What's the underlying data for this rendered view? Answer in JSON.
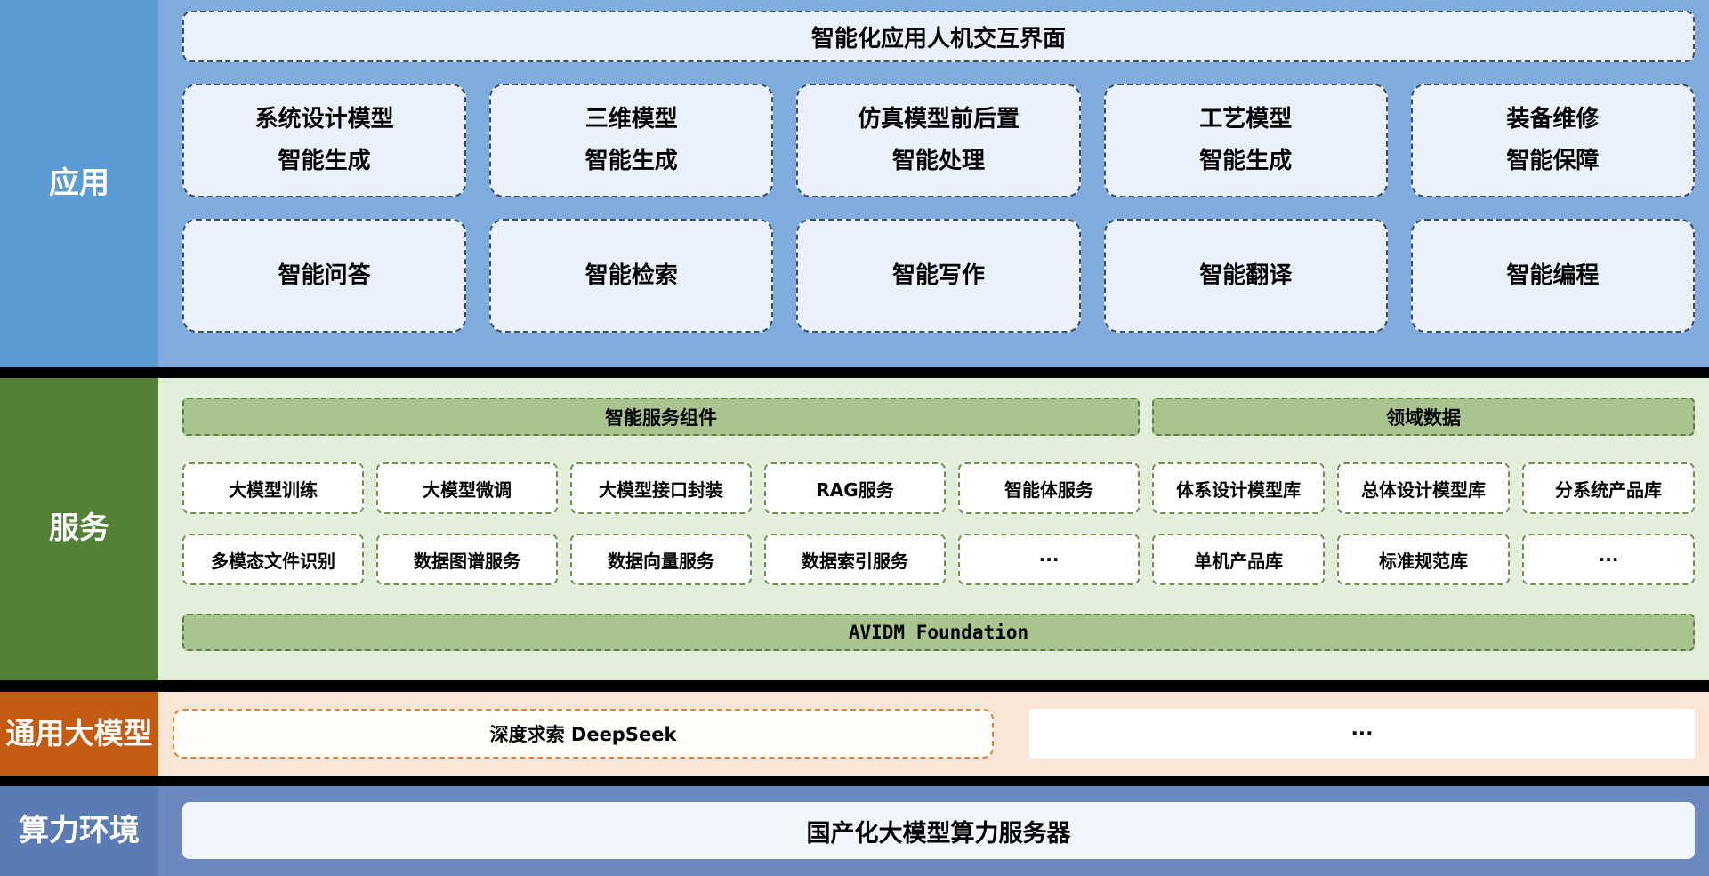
{
  "colors": {
    "gap_color": "#000000",
    "app_label": "#5B9BD5",
    "app_bg": "#7FABDD",
    "app_box_bg": "#EAF1FA",
    "app_box_border": "#35506B",
    "service_label": "#538135",
    "service_bg": "#E3EFDA",
    "service_bar_bg": "#A9C48E",
    "service_bar_border": "#5E7F3F",
    "service_box_border": "#6E9150",
    "fm_label": "#C55A11",
    "fm_bg": "#FBE5D6",
    "fm_box_border": "#ED7D31",
    "compute_label": "#5B7BB5",
    "compute_bg": "#6B89BF",
    "compute_box_bg": "#F2F6FB"
  },
  "layers": {
    "application": {
      "label": "应用",
      "banner": "智能化应用人机交互界面",
      "row1": [
        {
          "line1": "系统设计模型",
          "line2": "智能生成"
        },
        {
          "line1": "三维模型",
          "line2": "智能生成"
        },
        {
          "line1": "仿真模型前后置",
          "line2": "智能处理"
        },
        {
          "line1": "工艺模型",
          "line2": "智能生成"
        },
        {
          "line1": "装备维修",
          "line2": "智能保障"
        }
      ],
      "row2": [
        "智能问答",
        "智能检索",
        "智能写作",
        "智能翻译",
        "智能编程"
      ]
    },
    "service": {
      "label": "服务",
      "left_header": "智能服务组件",
      "right_header": "领域数据",
      "left_row1": [
        "大模型训练",
        "大模型微调",
        "大模型接口封装",
        "RAG服务",
        "智能体服务"
      ],
      "left_row2": [
        "多模态文件识别",
        "数据图谱服务",
        "数据向量服务",
        "数据索引服务",
        "···"
      ],
      "right_row1": [
        "体系设计模型库",
        "总体设计模型库",
        "分系统产品库"
      ],
      "right_row2": [
        "单机产品库",
        "标准规范库",
        "···"
      ],
      "footer": "AVIDM Foundation"
    },
    "foundation_model": {
      "label": "通用大模型",
      "deepseek": "深度求索 DeepSeek",
      "ellipsis": "···"
    },
    "compute": {
      "label": "算力环境",
      "server": "国产化大模型算力服务器"
    }
  }
}
